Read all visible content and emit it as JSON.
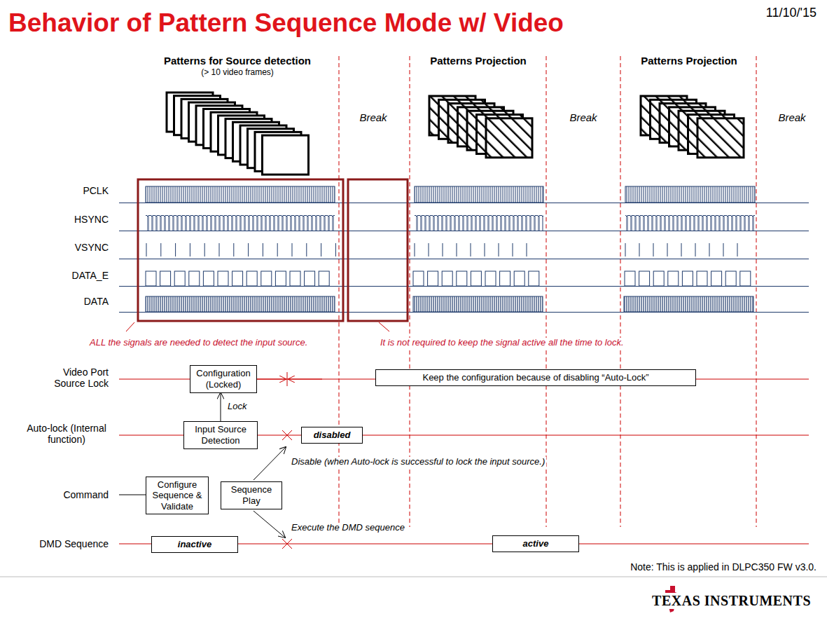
{
  "diagram": {
    "title": "Behavior of Pattern Sequence Mode w/ Video",
    "nodes": [
      {
        "text": [
          "Configuration (Locked)"
        ]
      },
      {
        "text": [
          "Keep the configuration because of disabling “Auto-Lock”"
        ]
      },
      {
        "text": [
          "Input Source Detection"
        ]
      },
      {
        "text": [
          "disabled"
        ]
      },
      {
        "text": [
          "Configure Sequence & Validate"
        ]
      },
      {
        "text": [
          "Sequence Play"
        ]
      },
      {
        "text": [
          "inactive"
        ]
      },
      {
        "text": [
          "active"
        ]
      }
    ],
    "edges": [
      {
        "from": 2,
        "to": 0,
        "arrow": "to",
        "label": "Lock"
      }
    ],
    "labels": [
      "11/10/'15",
      "Patterns for Source detection",
      "(> 10 video frames)",
      "Break",
      "Patterns Projection",
      "Break",
      "Patterns Projection",
      "Break",
      "PCLK",
      "HSYNC",
      "VSYNC",
      "DATA_E",
      "DATA",
      "ALL the signals are needed to detect the input source.",
      "It is not required to keep the signal active all the time to lock.",
      "Video Port Source Lock",
      "Auto-lock (Internal function)",
      "Command",
      "DMD Sequence",
      "Disable (when Auto-lock is successful to lock the input source.)",
      "Execute the DMD sequence",
      "Note: This is applied in DLPC350 FW v3.0.",
      "TEXAS INSTRUMENTS"
    ]
  }
}
